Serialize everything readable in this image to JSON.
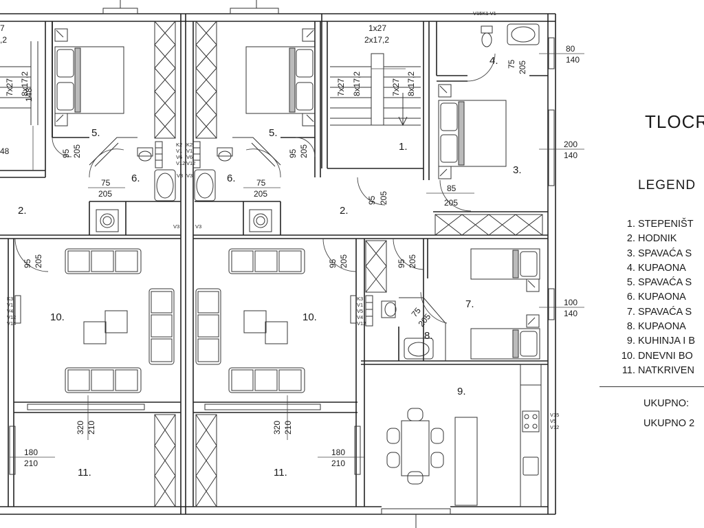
{
  "title": "TLOCR",
  "legend_title": "LEGEND",
  "legend_items": [
    {
      "num": "1.",
      "label": "STEPENIŠT"
    },
    {
      "num": "2.",
      "label": "HODNIK"
    },
    {
      "num": "3.",
      "label": "SPAVAĆA S"
    },
    {
      "num": "4.",
      "label": "KUPAONA"
    },
    {
      "num": "5.",
      "label": "SPAVAĆA S"
    },
    {
      "num": "6.",
      "label": "KUPAONA"
    },
    {
      "num": "7.",
      "label": "SPAVAĆA S"
    },
    {
      "num": "8.",
      "label": "KUPAONA"
    },
    {
      "num": "9.",
      "label": "KUHINJA I B"
    },
    {
      "num": "10.",
      "label": "DNEVNI BO"
    },
    {
      "num": "11.",
      "label": "NATKRIVEN"
    }
  ],
  "totals": [
    "UKUPNO:",
    "UKUPNO 2"
  ],
  "room_labels": [
    "1.",
    "2.",
    "2.",
    "3.",
    "4.",
    "5.",
    "5.",
    "6.",
    "6.",
    "7.",
    "8.",
    "9.",
    "10.",
    "10.",
    "11.",
    "11."
  ],
  "dimension_labels": {
    "d_80_140": [
      "80",
      "140"
    ],
    "d_200_140": [
      "200",
      "140"
    ],
    "d_100_140": [
      "100",
      "140"
    ],
    "d_75_205": [
      "75",
      "205"
    ],
    "d_85_205": [
      "85",
      "205"
    ],
    "d_95_205": [
      "95",
      "205"
    ],
    "d_320_210": [
      "320",
      "210"
    ],
    "d_180_210": [
      "180",
      "210"
    ],
    "stairs_top": [
      "1x27",
      "2x17,2"
    ],
    "stairs_side": [
      "7x27",
      "8x17,2"
    ],
    "stairs_left_top": [
      "7",
      ",2"
    ],
    "left_148": [
      "148",
      "48"
    ]
  },
  "fixture_codes": {
    "bath_top": "V15K1 V1",
    "bath6": [
      "K2",
      "V1",
      "V6",
      "V12"
    ],
    "bath8": [
      "K3",
      "V1",
      "V5",
      "V4",
      "V12"
    ],
    "living_left": [
      "K3",
      "V1",
      "V4",
      "V12",
      "V14"
    ],
    "v3": "V3",
    "kitchen": [
      "V15",
      "V5",
      "V12"
    ]
  }
}
